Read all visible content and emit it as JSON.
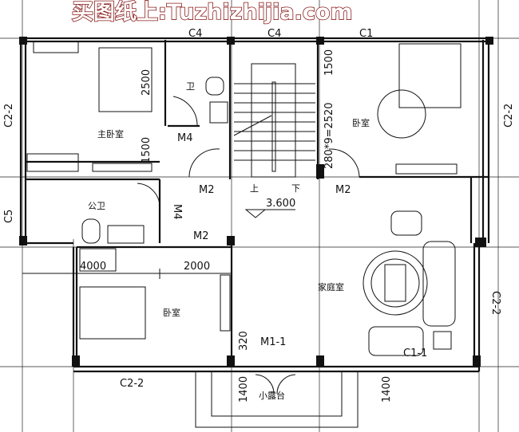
{
  "watermark": "买图纸上:Tuzhizhijia.com",
  "rooms": {
    "master_bedroom": "主卧室",
    "bath": "卫",
    "public_bath": "公卫",
    "bedroom_right": "卧室",
    "bedroom_lower": "卧室",
    "family_room": "家庭室",
    "balcony": "小露台"
  },
  "stairs": {
    "up": "上",
    "down": "下",
    "elevation": "3.600",
    "step_dim": "280*9=2520"
  },
  "doors": {
    "m4_a": "M4",
    "m4_b": "M4",
    "m2_a": "M2",
    "m2_b": "M2",
    "m2_c": "M2",
    "m1_1": "M1-1"
  },
  "windows": {
    "c2_2_left": "C2-2",
    "c2_2_right": "C2-2",
    "c2_2_right_lower": "C2-2",
    "c2_2_bottom": "C2-2",
    "c5": "C5",
    "c4_a": "C4",
    "c4_b": "C4",
    "c1_top": "C1",
    "c1_1": "C1-1"
  },
  "dimensions": {
    "d2500": "2500",
    "d1500_left": "1500",
    "d1500_right": "1500",
    "d4000": "4000",
    "d2000": "2000",
    "d320": "320",
    "d1400_left": "1400",
    "d1400_right": "1400"
  }
}
